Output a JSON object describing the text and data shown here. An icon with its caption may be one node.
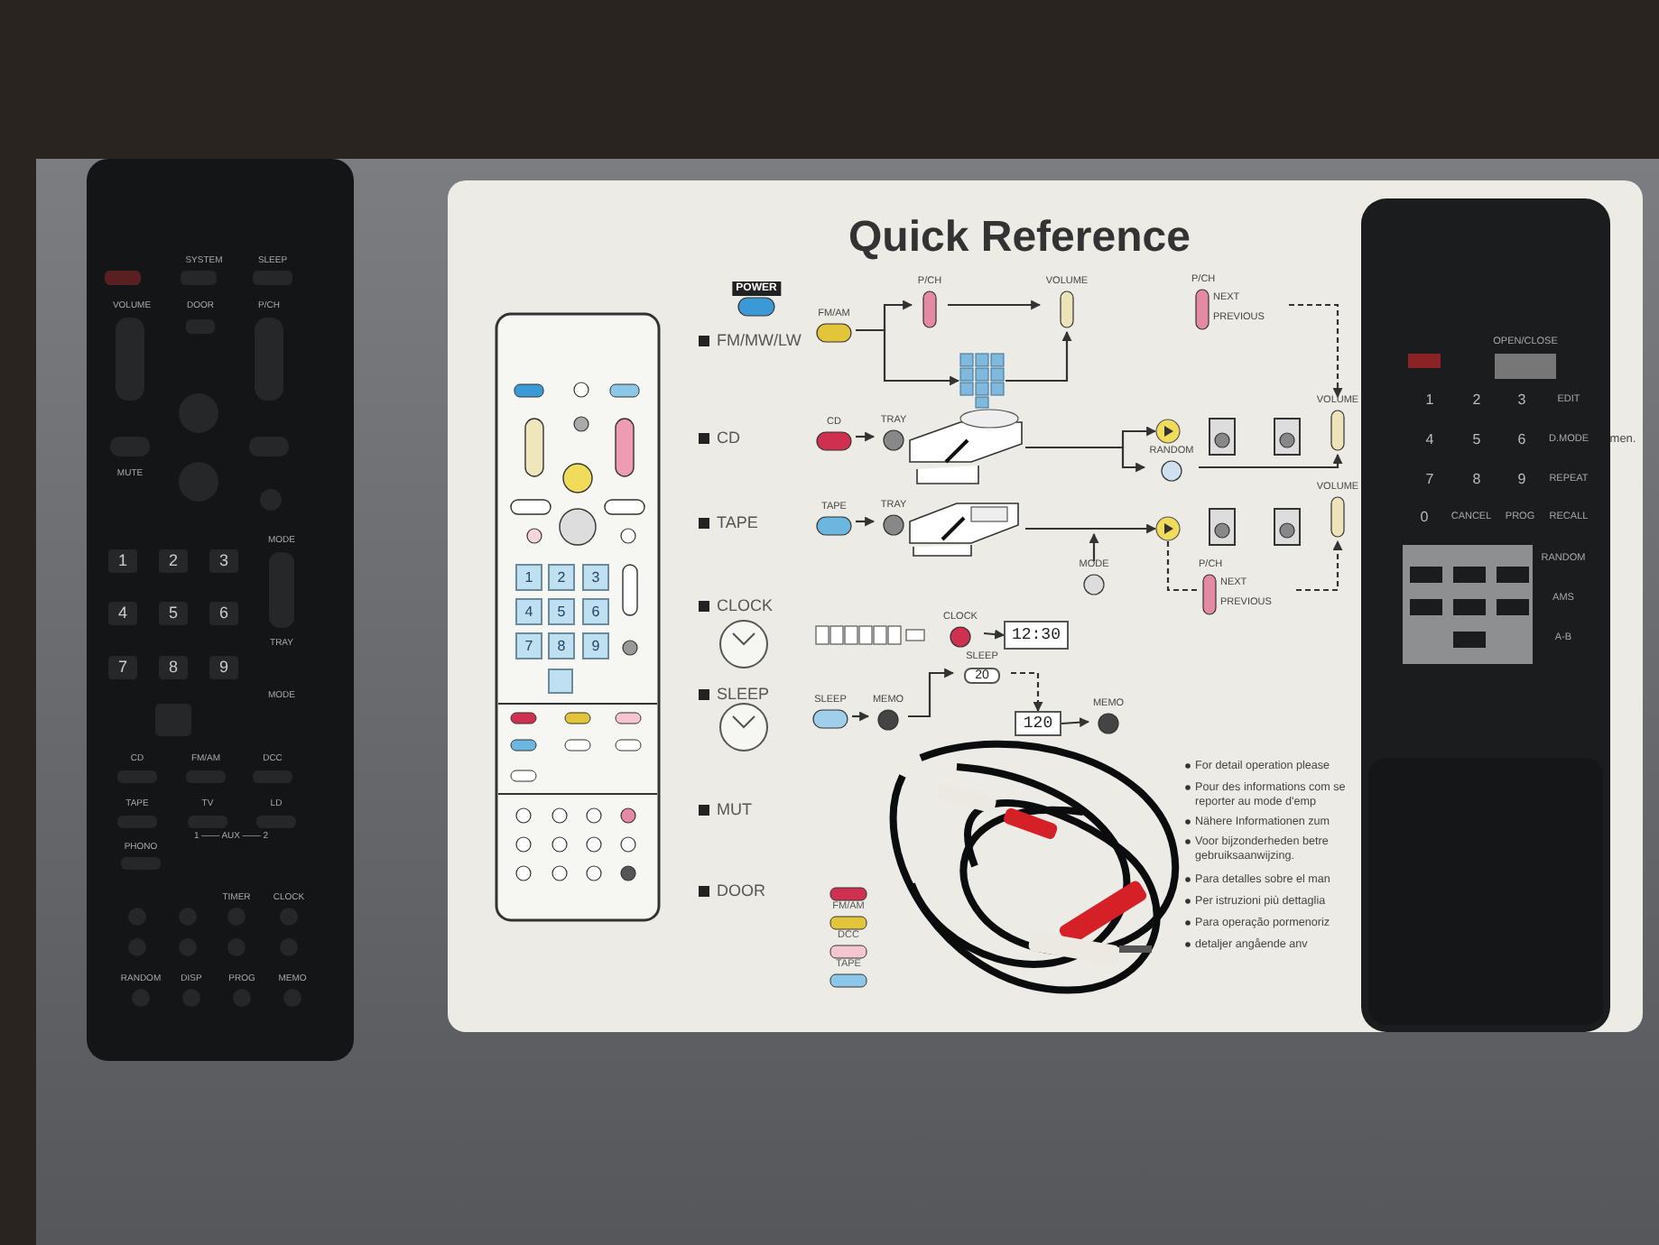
{
  "diagram": {
    "title": "Quick Reference",
    "nodes": [
      {
        "text": [
          "FM/AM"
        ]
      },
      {
        "text": [
          "P/CH"
        ]
      },
      {
        "text": [
          "VOLUME"
        ]
      },
      {
        "text": [],
        "shape": "box"
      },
      {
        "text": [
          "CD"
        ]
      },
      {
        "text": [
          "TRAY"
        ]
      },
      {
        "text": [],
        "shape": "picture"
      },
      {
        "text": [],
        "shape": "circle"
      },
      {
        "text": [
          "RANDOM"
        ]
      },
      {
        "text": [
          "VOLUME"
        ]
      },
      {
        "text": [
          "P/CH",
          "NEXT",
          "PREVIOUS"
        ]
      },
      {
        "text": [
          "TAPE"
        ]
      },
      {
        "text": [
          "TRAY"
        ]
      },
      {
        "text": [],
        "shape": "picture"
      },
      {
        "text": [],
        "shape": "circle"
      },
      {
        "text": [
          "VOLUME"
        ]
      },
      {
        "text": [
          "MODE"
        ]
      },
      {
        "text": [
          "P/CH",
          "NEXT",
          "PREVIOUS"
        ]
      },
      {
        "text": [
          "CLOCK"
        ]
      },
      {
        "text": [
          "12:30"
        ]
      },
      {
        "text": [
          "SLEEP"
        ]
      },
      {
        "text": [
          "MEMO"
        ]
      },
      {
        "text": [
          "SLEEP",
          "20"
        ]
      },
      {
        "text": [
          "120"
        ]
      },
      {
        "text": [
          "MEMO"
        ]
      }
    ],
    "edges": [
      {
        "from": 0,
        "to": 1,
        "arrow": "to"
      },
      {
        "from": 0,
        "to": 3,
        "arrow": "to"
      },
      {
        "from": 1,
        "to": 2,
        "arrow": "to"
      },
      {
        "from": 3,
        "to": 2,
        "arrow": "to"
      },
      {
        "from": 4,
        "to": 5,
        "arrow": "to"
      },
      {
        "from": 6,
        "to": 7,
        "arrow": "to"
      },
      {
        "from": 6,
        "to": 8,
        "arrow": "to"
      },
      {
        "from": 8,
        "to": 9,
        "arrow": "to"
      },
      {
        "from": 10,
        "to": 9,
        "arrow": "to",
        "style": "dashed"
      },
      {
        "from": 11,
        "to": 12,
        "arrow": "to"
      },
      {
        "from": 13,
        "to": 14,
        "arrow": "to"
      },
      {
        "from": 16,
        "to": null,
        "arrow": "to"
      },
      {
        "from": 14,
        "to": 17,
        "arrow": "none",
        "style": "dashed"
      },
      {
        "from": 17,
        "to": 15,
        "arrow": "to",
        "style": "dashed"
      },
      {
        "from": 18,
        "to": 19,
        "arrow": "to"
      },
      {
        "from": 20,
        "to": 21,
        "arrow": "to"
      },
      {
        "from": 21,
        "to": 22,
        "arrow": "to"
      },
      {
        "from": 22,
        "to": 23,
        "arrow": "to",
        "style": "dashed"
      },
      {
        "from": 23,
        "to": 24,
        "arrow": "to"
      }
    ],
    "labels": [
      "POWER",
      "FM/MW/LW",
      "CD",
      "TAPE",
      "CLOCK",
      "SLEEP",
      "MUT",
      "DOOR",
      "FM/AM",
      "DCC",
      "TAPE",
      "1",
      "2",
      "3",
      "4",
      "5",
      "6",
      "7",
      "8",
      "9",
      "SYSTEM",
      "SLEEP",
      "VOLUME",
      "DOOR",
      "P/CH",
      "MUTE",
      "MODE",
      "1",
      "2",
      "3",
      "4",
      "5",
      "6",
      "TRAY",
      "7",
      "8",
      "9",
      "MODE",
      "CD",
      "FM/AM",
      "DCC",
      "TAPE",
      "TV",
      "LD",
      "1 —— AUX —— 2",
      "PHONO",
      "TIMER",
      "CLOCK",
      "RANDOM",
      "DISP",
      "PROG",
      "MEMO",
      "OPEN/CLOSE",
      "1",
      "2",
      "3",
      "EDIT",
      "4",
      "5",
      "6",
      "D.MODE",
      "7",
      "8",
      "9",
      "REPEAT",
      "0",
      "CANCEL",
      "PROG",
      "RECALL",
      "RANDOM",
      "AMS",
      "A-B",
      "For detail operation please",
      "Pour des informations com se reporter au mode d'emp",
      "Nähere Informationen zum",
      "Voor bijzonderheden betre gebruiksaanwijzing.",
      "Para detalles sobre el man",
      "Per istruzioni più dettaglia",
      "Para operação pormenoriz",
      "detaljer angående anv",
      "men."
    ]
  }
}
